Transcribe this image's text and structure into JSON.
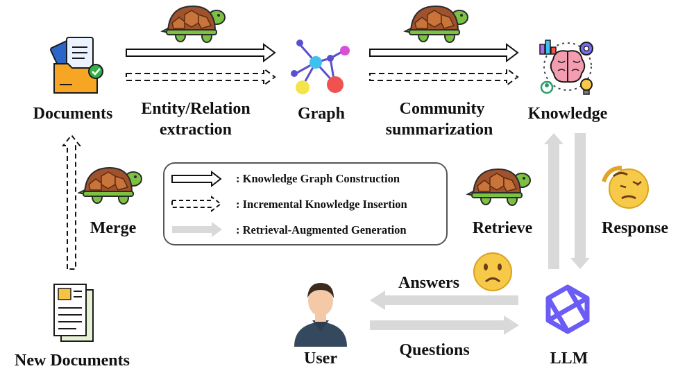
{
  "nodes": {
    "documents": "Documents",
    "graph": "Graph",
    "knowledge": "Knowledge",
    "new_documents": "New Documents",
    "user": "User",
    "llm": "LLM"
  },
  "steps": {
    "extraction_line1": "Entity/Relation",
    "extraction_line2": "extraction",
    "summarization_line1": "Community",
    "summarization_line2": "summarization",
    "merge": "Merge",
    "retrieve": "Retrieve",
    "response": "Response",
    "answers": "Answers",
    "questions": "Questions"
  },
  "legend": {
    "kg_construction": ": Knowledge Graph Construction",
    "incremental_insertion": ": Incremental Knowledge Insertion",
    "rag": ": Retrieval-Augmented Generation"
  },
  "icons": {
    "slow": "turtle-icon",
    "documents": "documents-folder-icon",
    "graph": "graph-network-icon",
    "knowledge": "brain-knowledge-icon",
    "new_documents": "new-documents-icon",
    "user": "user-avatar-icon",
    "llm": "llm-logo-icon",
    "sad": "sad-face-icon",
    "frustrated": "frustrated-face-icon"
  },
  "colors": {
    "turtle_shell": "#a0522d",
    "turtle_body": "#7cc242",
    "rag_arrow": "#d9d9d9",
    "llm_logo": "#6a5cf5",
    "emoji": "#f7c948"
  }
}
